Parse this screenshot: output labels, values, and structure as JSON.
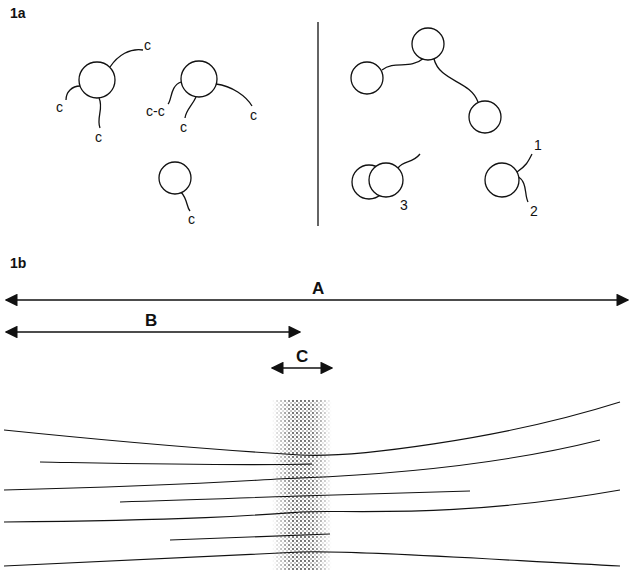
{
  "diagram": {
    "labels": [
      "1a",
      "c",
      "c",
      "c-c",
      "c",
      "c",
      "c",
      "c",
      "1",
      "3",
      "2",
      "1b",
      "A",
      "B",
      "C"
    ]
  }
}
